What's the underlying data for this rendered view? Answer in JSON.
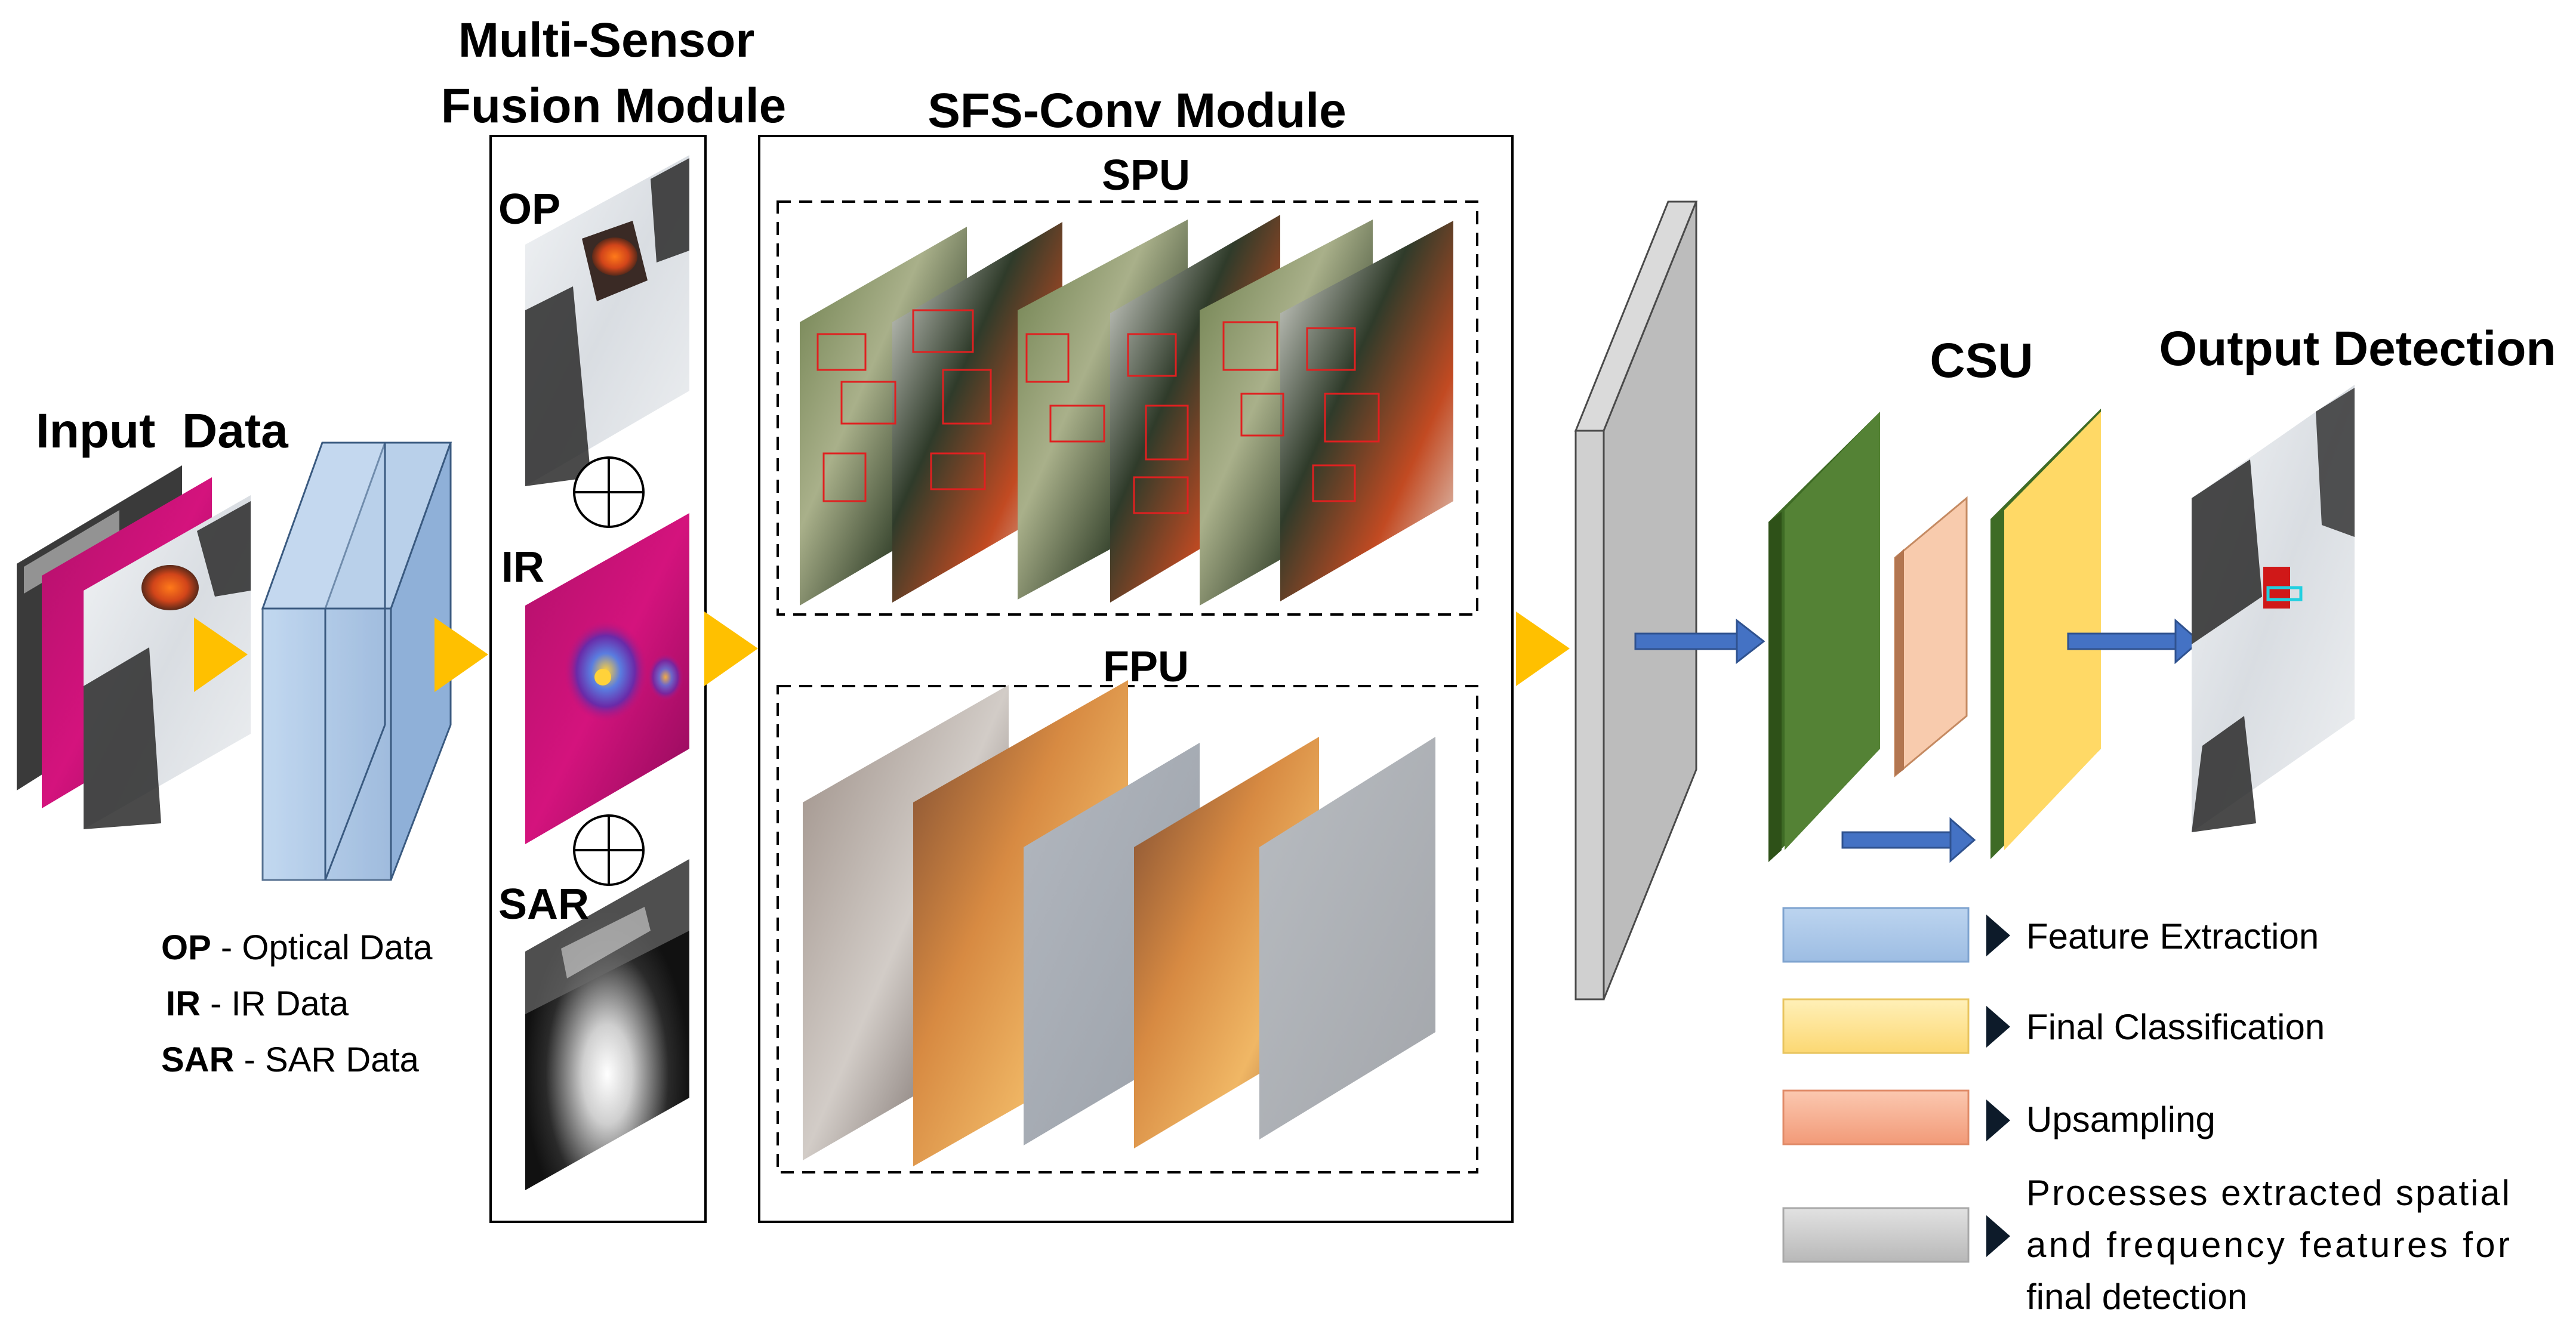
{
  "labels": {
    "input_data_1": "Input",
    "input_data_2": "Data",
    "msf_title_1": "Multi-Sensor",
    "msf_title_2": "Fusion Module",
    "sfs_title": "SFS-Conv Module",
    "spu": "SPU",
    "fpu": "FPU",
    "op": "OP",
    "ir": "IR",
    "sar": "SAR",
    "csu": "CSU",
    "output_detection": "Output Detection"
  },
  "abbrev_legend": [
    {
      "abbr": "OP",
      "text": " - Optical Data"
    },
    {
      "abbr": "IR",
      "text": " - IR Data"
    },
    {
      "abbr": "SAR",
      "text": " - SAR Data"
    }
  ],
  "color_legend": [
    {
      "color": "#a9c6e8",
      "text": "Feature Extraction"
    },
    {
      "color": "#fde08a",
      "text": "Final Classification"
    },
    {
      "color": "#f4a98a",
      "text": "Upsampling"
    },
    {
      "color": "#c9c9c9",
      "lines": [
        "Processes extracted spatial",
        "and frequency features for",
        "final detection"
      ]
    }
  ],
  "colors": {
    "arrow_triangle": "#ffc000",
    "blue_arrow": "#4472c4",
    "green_block": "#548235",
    "yellow_block": "#ffd966",
    "peach_block": "#f8cbad",
    "gray_block": "#d0d0d0",
    "feature_block": "#a9c6e8"
  }
}
